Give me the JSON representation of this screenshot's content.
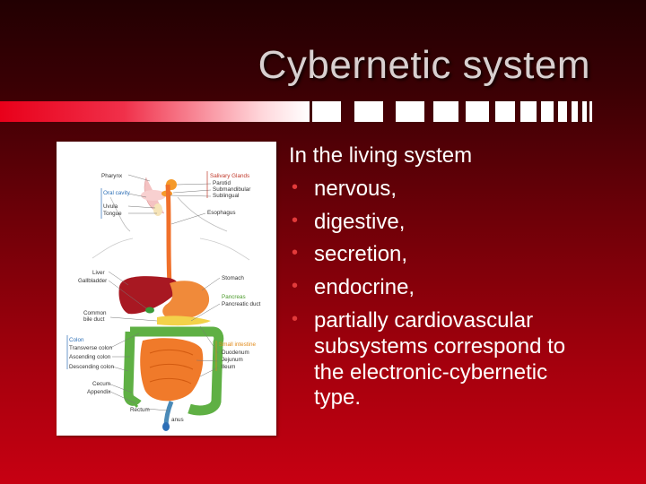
{
  "slide": {
    "title": "Cybernetic system",
    "intro": "In the living system",
    "bullets": [
      "nervous,",
      "digestive,",
      "secretion,",
      "endocrine,",
      "partially cardiovascular subsystems correspond to the electronic-cybernetic type."
    ]
  },
  "figure": {
    "labels": {
      "pharynx": "Pharynx",
      "oral_cavity": "Oral cavity",
      "uvula": "Uvula",
      "tongue": "Tongue",
      "salivary_glands": "Salivary Glands",
      "parotid": "Parotid",
      "submandibular": "Submandibular",
      "sublingual": "Sublingual",
      "esophagus": "Esophagus",
      "liver": "Liver",
      "gallbladder": "Gallbladder",
      "stomach": "Stomach",
      "pancreas": "Pancreas",
      "pancreatic_duct": "Pancreatic duct",
      "common": "Common",
      "bile_duct": "bile duct",
      "colon": "Colon",
      "transverse_colon": "Transverse colon",
      "ascending_colon": "Ascending colon",
      "descending_colon": "Descending colon",
      "small_intestine": "Small intestine",
      "duodenum": "Duodenum",
      "jejunum": "Jejunum",
      "ileum": "Ileum",
      "cecum": "Cecum",
      "appendix": "Appendix",
      "rectum": "Rectum",
      "anus": "anus"
    }
  },
  "colors": {
    "bullet": "#e23a3a",
    "title": "#d8d0d0",
    "background_top": "#220002",
    "background_bottom": "#c70012"
  }
}
